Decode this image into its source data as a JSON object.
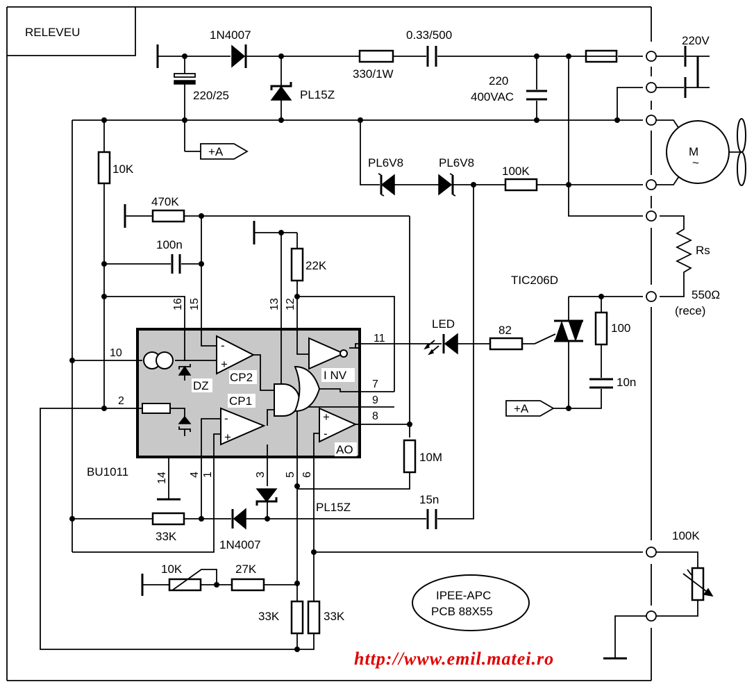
{
  "box_label": "RELEVEU",
  "ic": {
    "name": "BU1011",
    "blocks": {
      "cp2": "CP2",
      "cp1": "CP1",
      "dz": "DZ",
      "inv": "I NV",
      "ao": "AO"
    },
    "pins": {
      "p16": "16",
      "p15": "15",
      "p13": "13",
      "p12": "12",
      "p10": "10",
      "p2": "2",
      "p11": "11",
      "p7": "7",
      "p9": "9",
      "p8": "8",
      "p14": "14",
      "p4": "4",
      "p1": "1",
      "p3": "3",
      "p5": "5",
      "p6": "6"
    }
  },
  "components": {
    "d1": "1N4007",
    "c_top": "0.33/500",
    "r_330": "330/1W",
    "c_220_25": "220/25",
    "z_pl15z_top": "PL15Z",
    "c_220_line1": "220",
    "c_220_line2": "400VAC",
    "supply": "220V",
    "motor": "M",
    "motor_ac": "~",
    "r_10k": "10K",
    "z_pl6v8_a": "PL6V8",
    "z_pl6v8_b": "PL6V8",
    "r_100k": "100K",
    "r_470k": "470K",
    "c_100n": "100n",
    "r_22k": "22K",
    "rs": "Rs",
    "triac": "TIC206D",
    "rs_value": "550Ω",
    "rs_note": "(rece)",
    "led": "LED",
    "r_82": "82",
    "r_100": "100",
    "c_10n": "10n",
    "r_10m": "10M",
    "z_pl15z_bot": "PL15Z",
    "c_15n": "15n",
    "r_33k_left": "33K",
    "d2": "1N4007",
    "pot_10k": "10K",
    "r_27k": "27K",
    "r_33k_a": "33K",
    "r_33k_b": "33K",
    "pot_100k": "100K"
  },
  "flags": {
    "plus_a_top": "+A",
    "plus_a_right": "+A"
  },
  "pcb": {
    "line1": "IPEE-APC",
    "line2": "PCB 88X55"
  },
  "url": "http://www.emil.matei.ro"
}
